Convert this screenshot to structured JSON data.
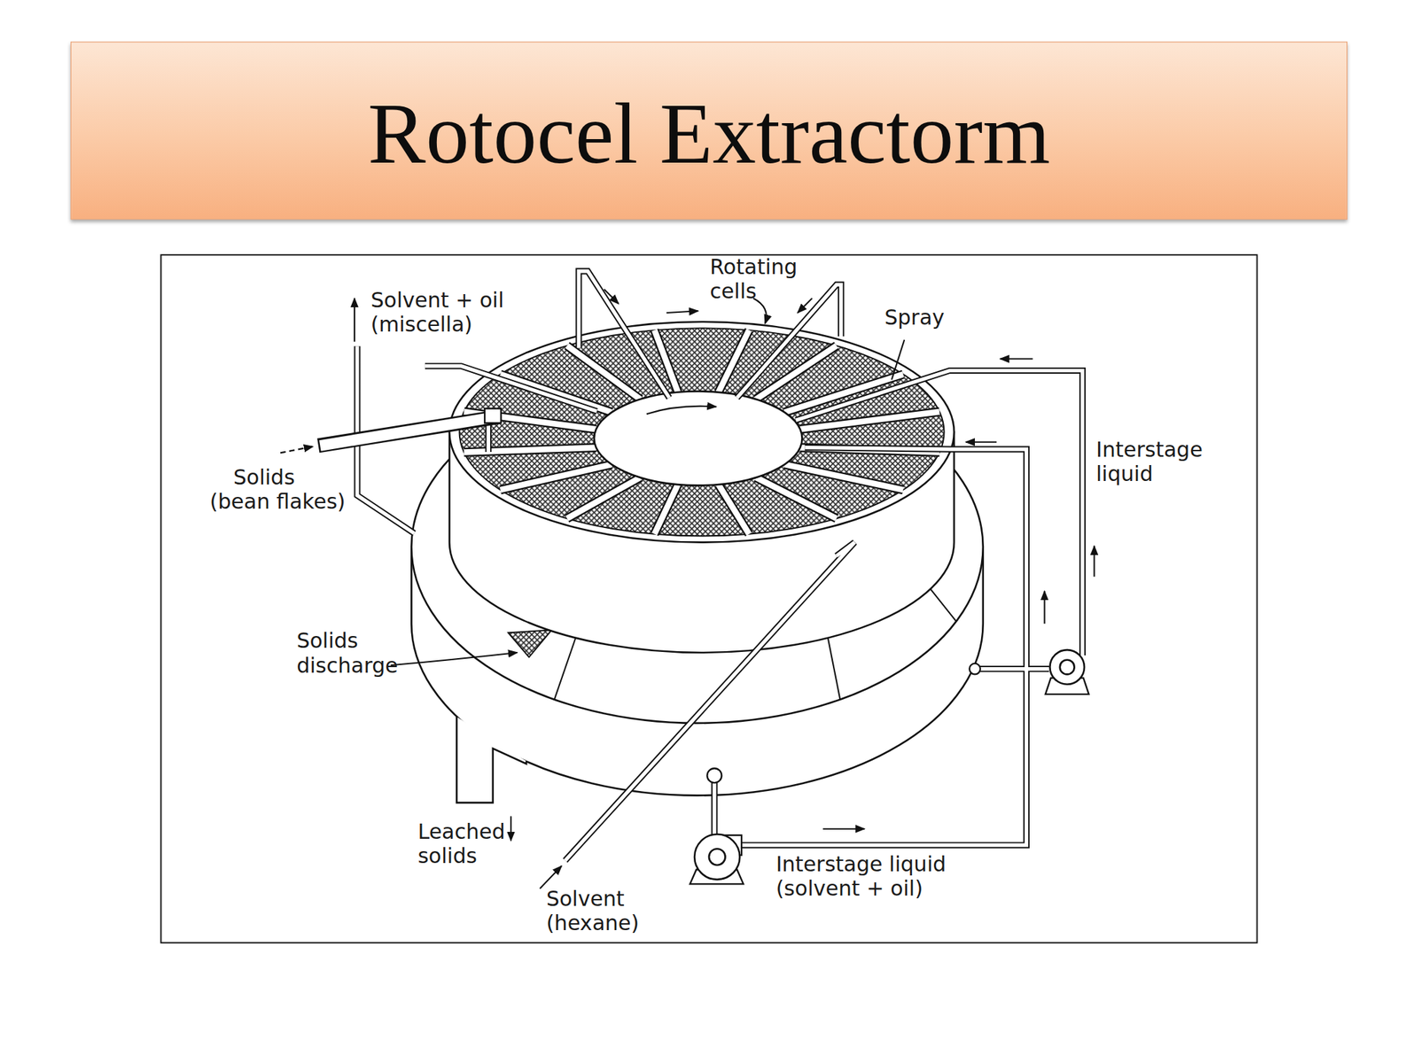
{
  "diagram": {
    "title": "Rotocel Extractorm",
    "labels": [
      "Solvent + oil (miscella)",
      "Rotating cells",
      "Spray",
      "Solids (bean flakes)",
      "Interstage liquid",
      "Solids discharge",
      "Leached solids",
      "Solvent (hexane)",
      "Interstage liquid (solvent + oil)"
    ]
  }
}
